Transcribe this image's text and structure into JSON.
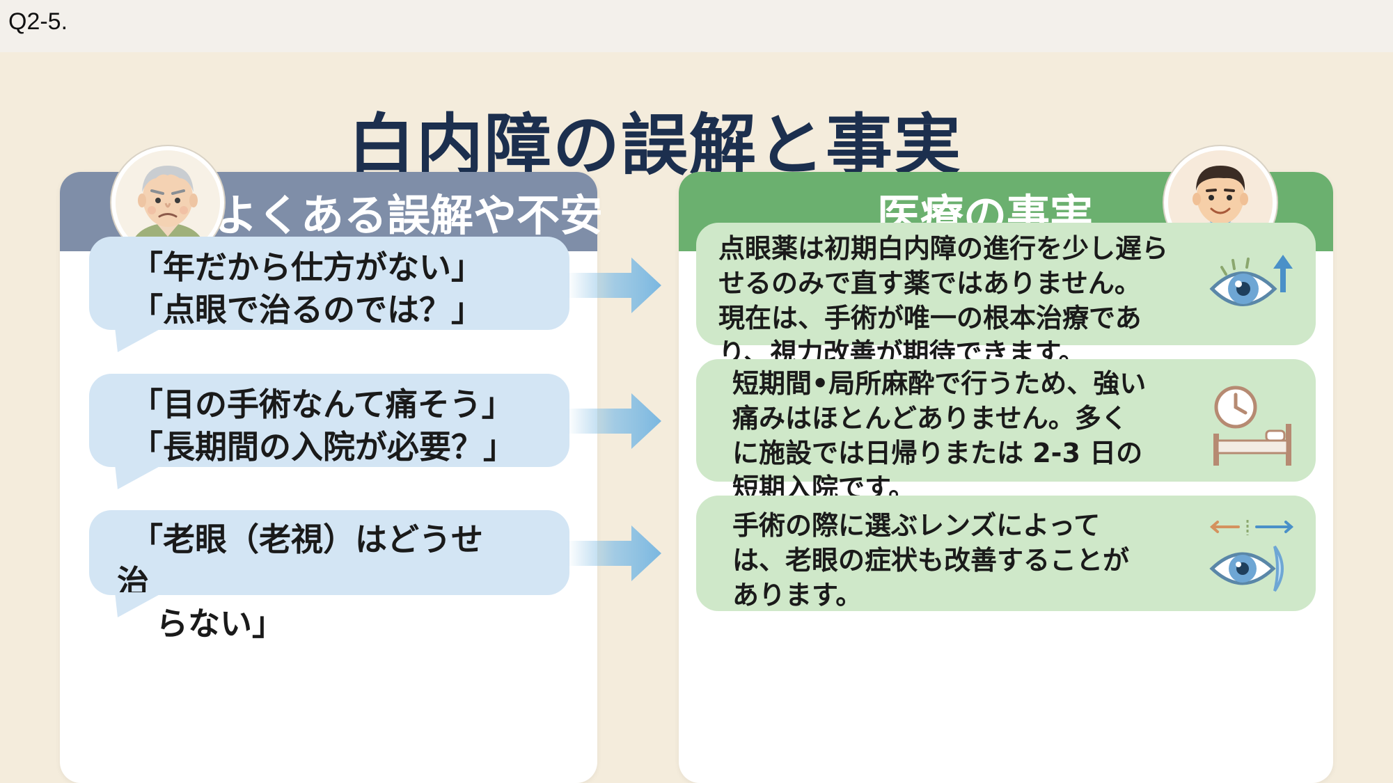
{
  "slide_label": "Q2-5.",
  "title": "白内障の誤解と事実",
  "left_panel": {
    "header": "よくある誤解や不安",
    "avatar_icon": "elderly-person-icon",
    "bubbles": [
      {
        "lines": [
          "「年だから仕方がない」",
          "「点眼で治るのでは？」"
        ]
      },
      {
        "lines": [
          "「目の手術なんて痛そう」",
          "「長期間の入院が必要？」"
        ]
      },
      {
        "lines": [
          "「老眼（老視）はどうせ",
          "治",
          "　らない」"
        ]
      }
    ]
  },
  "right_panel": {
    "header": "医療の事実",
    "avatar_icon": "doctor-icon",
    "facts": [
      {
        "lines": [
          "点眼薬は初期白内障の進行を少し遅ら",
          "せるのみで直す薬ではありません。",
          "現在は、手術が唯一の根本治療であ",
          "り、視力改善が期待できます。"
        ],
        "icon": "eye-improve-icon"
      },
      {
        "lines": [
          "短期間•局所麻酔で行うため、強い",
          "痛みはほとんどありません。多く",
          "に施設では日帰りまたは 2-3 日の",
          "短期入院です。"
        ],
        "icon": "clock-bed-icon"
      },
      {
        "lines": [
          "手術の際に選ぶレンズによって",
          "は、老眼の症状も改善することが",
          "あります。"
        ],
        "icon": "eye-lens-icon"
      }
    ]
  },
  "colors": {
    "left_header": "#7f8ea8",
    "right_header": "#6bb06f",
    "bubble": "#d3e5f4",
    "fact_box": "#cfe8c9",
    "arrow": "#8ec3e6",
    "title": "#1c2f4e"
  }
}
